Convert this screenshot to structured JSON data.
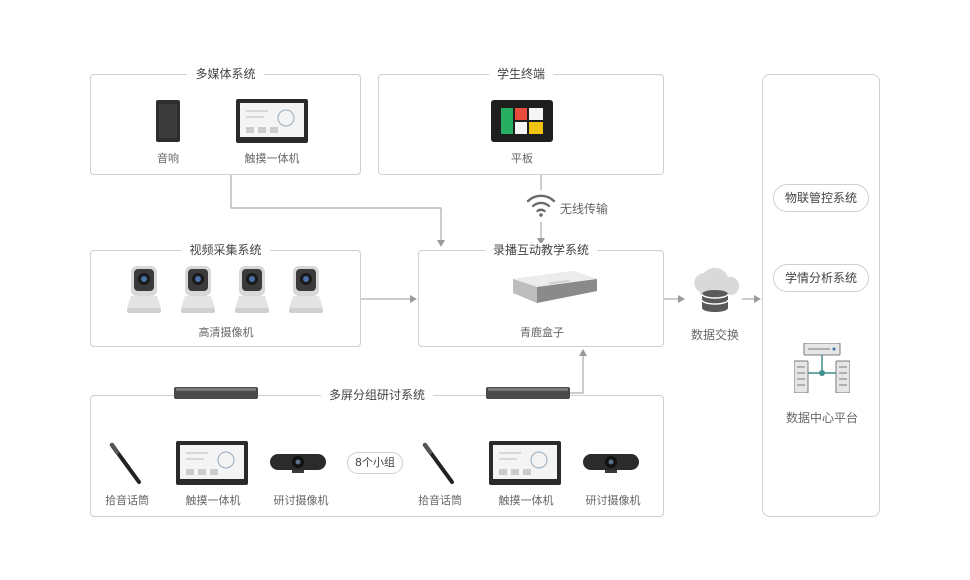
{
  "groups": {
    "multimedia": {
      "title": "多媒体系统",
      "items": [
        "音响",
        "触摸一体机"
      ]
    },
    "student": {
      "title": "学生终端",
      "items": [
        "平板"
      ]
    },
    "video": {
      "title": "视频采集系统",
      "caption": "高清摄像机"
    },
    "recording": {
      "title": "录播互动教学系统",
      "caption": "青鹿盒子"
    },
    "multiscreen": {
      "title": "多屏分组研讨系统",
      "left_items": [
        "拾音话筒",
        "触摸一体机",
        "研讨摄像机"
      ],
      "right_items": [
        "拾音话筒",
        "触摸一体机",
        "研讨摄像机"
      ],
      "group_count": "8个小组"
    },
    "platform": {
      "pills": [
        "物联管控系统",
        "学情分析系统"
      ],
      "caption": "数据中心平台"
    }
  },
  "wireless_label": "无线传输",
  "exchange_label": "数据交换",
  "colors": {
    "border": "#cfcfcf",
    "line": "#9a9a9a",
    "icon_dark": "#2e2e2e",
    "tablet_green": "#27ae60",
    "tablet_red": "#e74c3c",
    "tablet_yellow": "#f1c40f"
  }
}
